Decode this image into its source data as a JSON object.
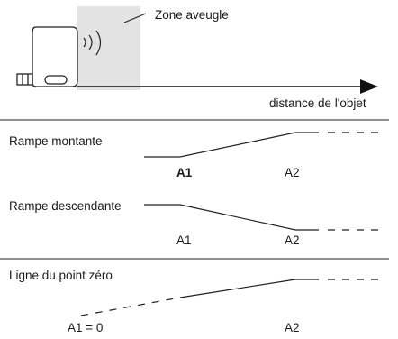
{
  "header": {
    "zone_label": "Zone aveugle",
    "axis_label": "distance de l'objet"
  },
  "panels": [
    {
      "title": "Rampe montante",
      "label_a1": "A1",
      "label_a2": "A2"
    },
    {
      "title": "Rampe descendante",
      "label_a1": "A1",
      "label_a2": "A2"
    },
    {
      "title": "Ligne du point zéro",
      "label_a1": "A1 = 0",
      "label_a2": "A2"
    }
  ],
  "icons": {
    "sensor": "ultrasonic-sensor-icon",
    "waves": "sound-waves-icon"
  }
}
